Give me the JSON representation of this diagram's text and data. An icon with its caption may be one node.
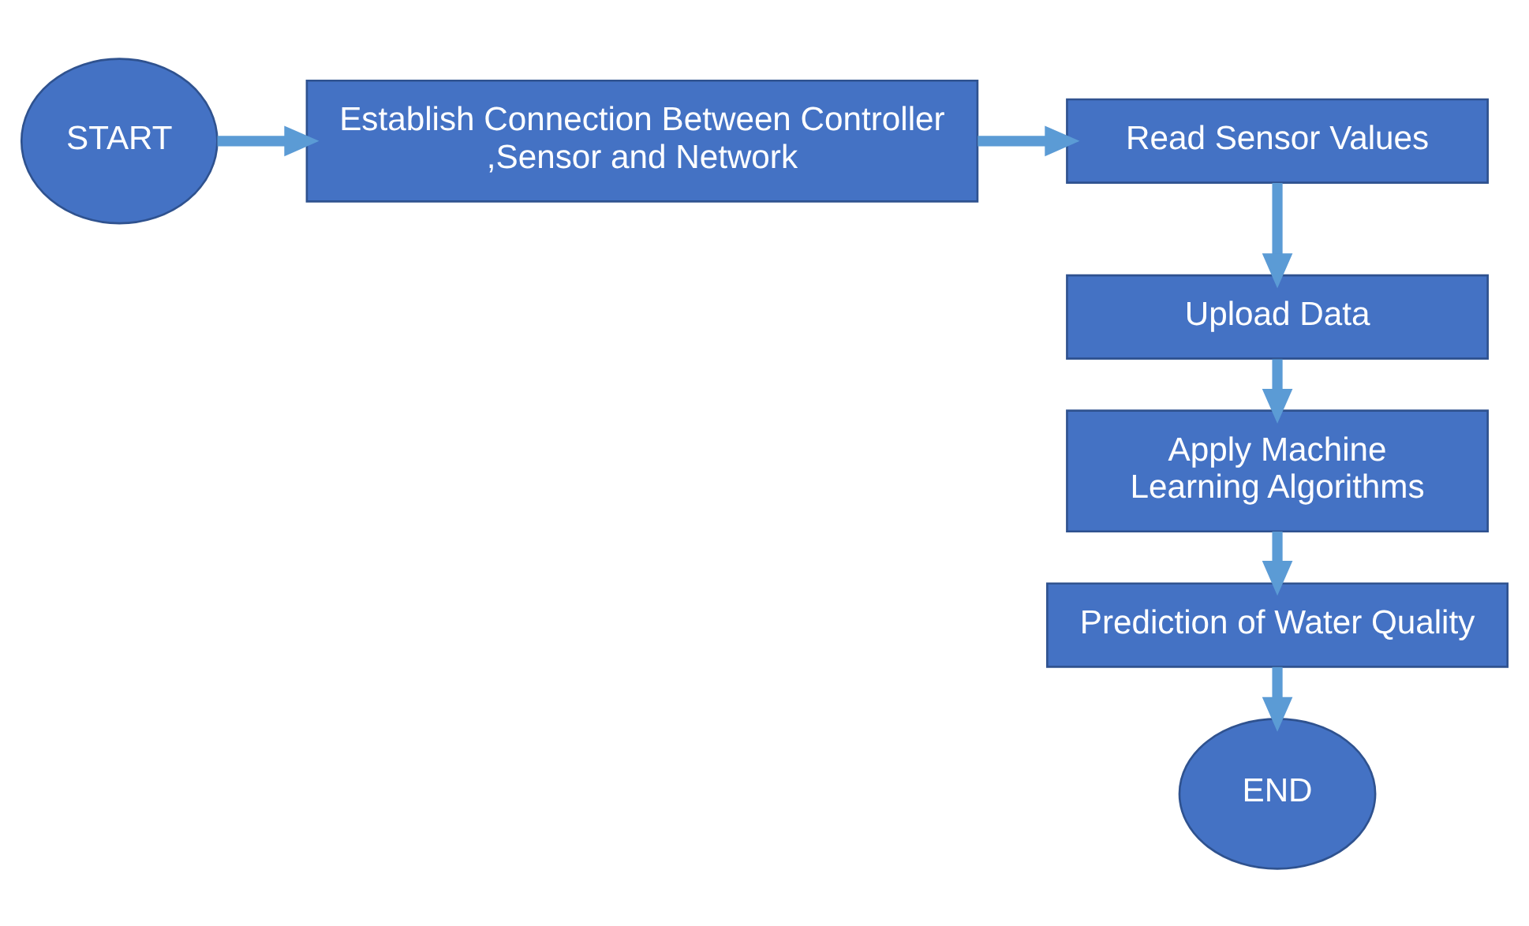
{
  "diagram": {
    "nodes": [
      {
        "text": [
          "START"
        ]
      },
      {
        "text": [
          "Establish Connection Between Controller ,Sensor and Network"
        ]
      },
      {
        "text": [
          "Read Sensor Values"
        ]
      },
      {
        "text": [
          "Upload Data"
        ]
      },
      {
        "text": [
          "Apply Machine Learning Algorithms"
        ]
      },
      {
        "text": [
          "Prediction of Water Quality"
        ]
      },
      {
        "text": [
          "END"
        ]
      }
    ],
    "edges": [
      {
        "from": 0,
        "to": 1,
        "arrow": "to"
      },
      {
        "from": 1,
        "to": 2,
        "arrow": "to"
      },
      {
        "from": 2,
        "to": 3,
        "arrow": "to"
      },
      {
        "from": 3,
        "to": 4,
        "arrow": "to"
      },
      {
        "from": 4,
        "to": 5,
        "arrow": "to"
      },
      {
        "from": 5,
        "to": 6,
        "arrow": "to"
      }
    ]
  }
}
